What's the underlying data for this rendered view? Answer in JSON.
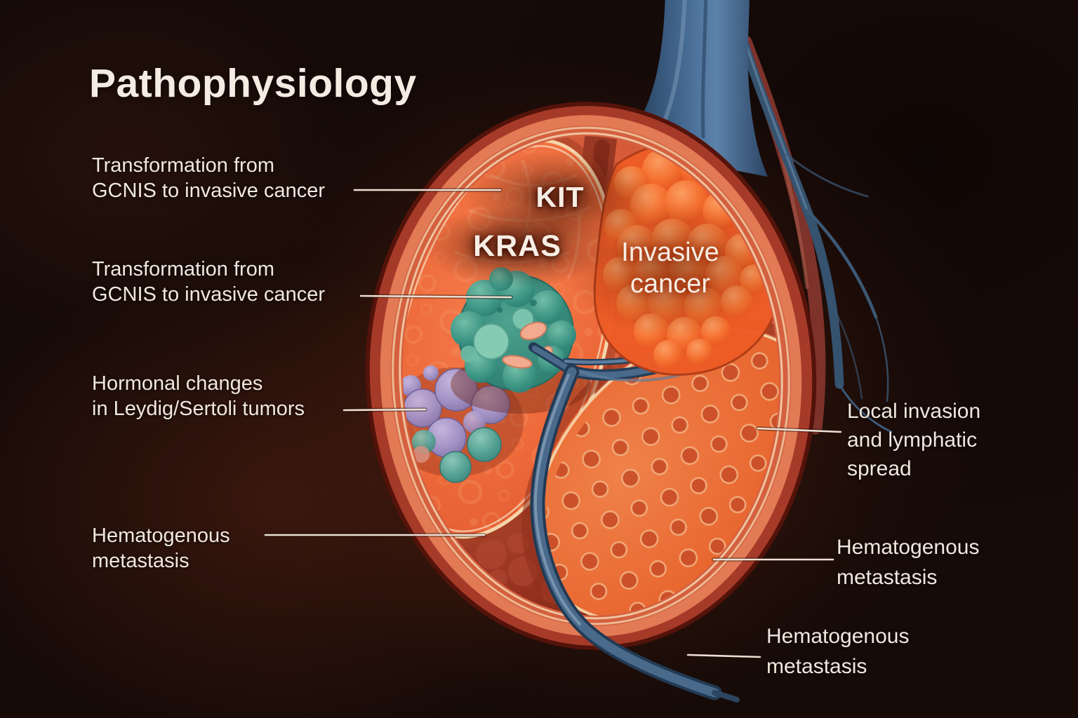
{
  "title": "Pathophysiology",
  "annotations": {
    "left": [
      {
        "id": "transformation-1",
        "lines": [
          "Transformation from",
          "GCNIS to invasive cancer"
        ]
      },
      {
        "id": "transformation-2",
        "lines": [
          "Transformation from",
          "GCNIS to invasive cancer"
        ]
      },
      {
        "id": "hormonal-changes",
        "lines": [
          "Hormonal changes",
          "in Leydig/Sertoli tumors"
        ]
      },
      {
        "id": "hematogenous-left",
        "lines": [
          "Hematogenous",
          "metastasis"
        ]
      }
    ],
    "right": [
      {
        "id": "local-invasion",
        "lines": [
          "Local invasion",
          "and lymphatic",
          "spread"
        ]
      },
      {
        "id": "hematogenous-right",
        "lines": [
          "Hematogenous",
          "metastasis"
        ]
      },
      {
        "id": "hematogenous-bottom",
        "lines": [
          "Hematogenous",
          "metastasis"
        ]
      }
    ],
    "figure": {
      "kit": "KIT",
      "kras": "KRAS",
      "invasive_lines": [
        "Invasive",
        "cancer"
      ]
    }
  },
  "colors": {
    "background": "#170b08",
    "title_text": "#f4ebe3",
    "label_text": "#f0e7de",
    "leader_line": "#ece0d4",
    "testis_rim_salmon": "#e27a56",
    "testis_tissue_orange": "#ec6a3d",
    "invasive_cancer_orange": "#f0602a",
    "gcnis_tumor_teal": "#3a9585",
    "leydig_sertoli_purple": "#a392c5",
    "hematogenous_mass_maroon": "#9c3526",
    "vessel_blue": "#44638a",
    "vessel_red": "#84352b",
    "outline_cream": "#f6d8ae"
  }
}
